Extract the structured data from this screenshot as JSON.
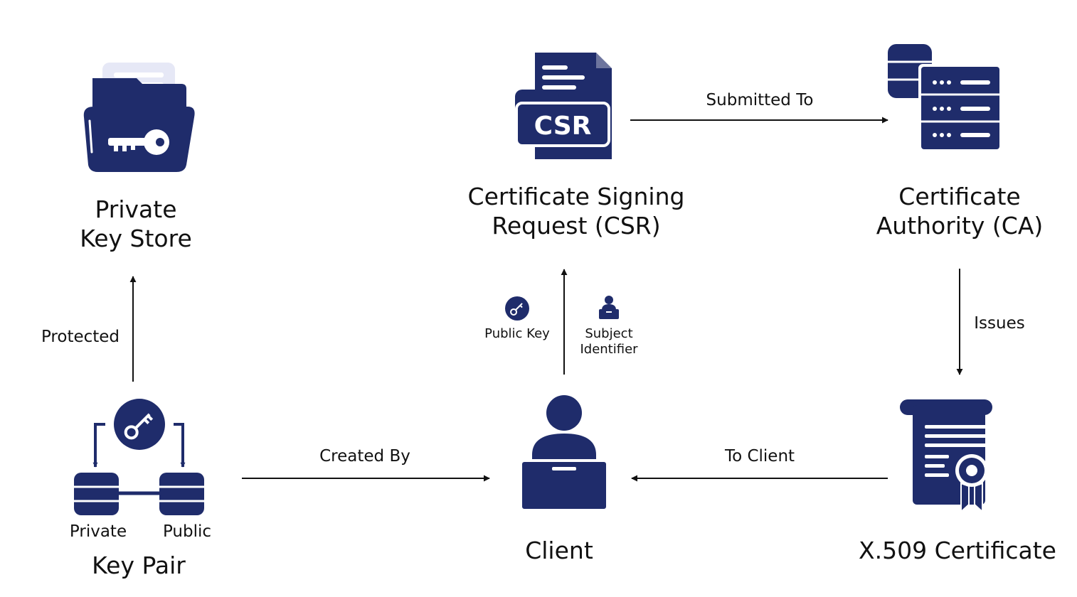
{
  "colors": {
    "primary": "#1f2c6b",
    "light": "#e6e8f6",
    "lighter": "#f1f2fb",
    "arrow": "#111111"
  },
  "nodes": {
    "private_key_store": {
      "title_line1": "Private",
      "title_line2": "Key Store",
      "icon": "folder-key-icon"
    },
    "csr": {
      "title_line1": "Certificate Signing",
      "title_line2": "Request (CSR)",
      "badge": "CSR",
      "icon": "csr-document-icon"
    },
    "ca": {
      "title_line1": "Certificate",
      "title_line2": "Authority (CA)",
      "icon": "server-database-icon"
    },
    "key_pair": {
      "title": "Key Pair",
      "private_label": "Private",
      "public_label": "Public",
      "icon": "key-pair-icon"
    },
    "client": {
      "title": "Client",
      "icon": "user-laptop-icon"
    },
    "certificate": {
      "title": "X.509 Certificate",
      "icon": "certificate-scroll-icon"
    }
  },
  "edges": {
    "protected": "Protected",
    "submitted_to": "Submitted To",
    "issues": "Issues",
    "created_by": "Created By",
    "to_client": "To Client"
  },
  "csr_inputs": {
    "public_key": "Public Key",
    "subject_identifier_line1": "Subject",
    "subject_identifier_line2": "Identifier"
  }
}
